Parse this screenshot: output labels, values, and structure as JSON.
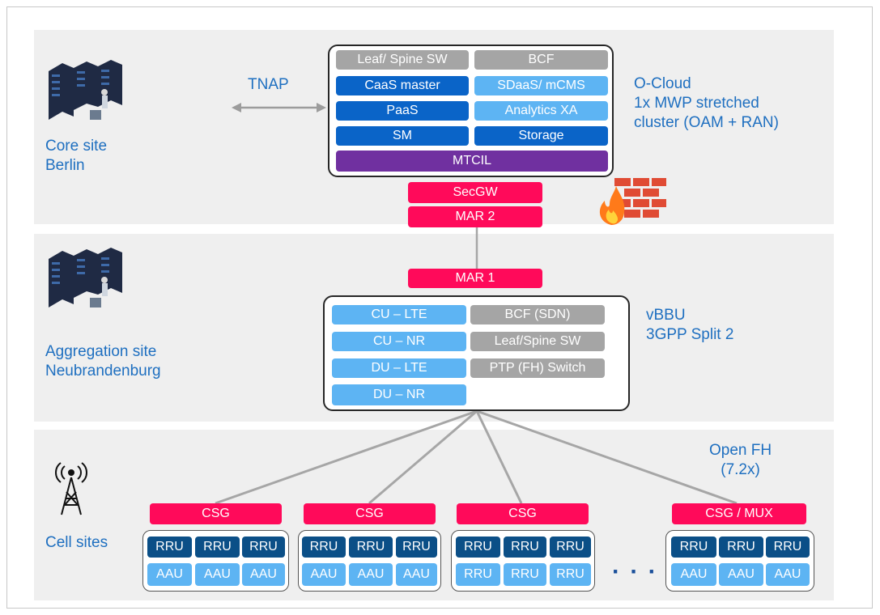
{
  "sites": {
    "core": {
      "line1": "Core site",
      "line2": "Berlin"
    },
    "aggregation": {
      "line1": "Aggregation site",
      "line2": "Neubrandenburg"
    },
    "cell": {
      "label": "Cell sites"
    }
  },
  "tnap": "TNAP",
  "ocloud": {
    "note_line1": "O-Cloud",
    "note_line2": "1x MWP stretched",
    "note_line3": "cluster (OAM + RAN)",
    "cells": {
      "leaf_spine": "Leaf/ Spine SW",
      "bcf": "BCF",
      "caas": "CaaS master",
      "sdaas": "SDaaS/ mCMS",
      "paas": "PaaS",
      "analytics": "Analytics XA",
      "sm": "SM",
      "storage": "Storage",
      "mtcil": "MTCIL"
    }
  },
  "secgw": "SecGW",
  "mar2": "MAR 2",
  "mar1": "MAR 1",
  "vbbu": {
    "note_line1": "vBBU",
    "note_line2": "3GPP Split 2",
    "cells": {
      "cu_lte": "CU – LTE",
      "bcf_sdn": "BCF (SDN)",
      "cu_nr": "CU – NR",
      "leaf_spine": "Leaf/Spine SW",
      "du_lte": "DU – LTE",
      "ptp": "PTP (FH) Switch",
      "du_nr": "DU – NR"
    }
  },
  "openfh": {
    "line1": "Open FH",
    "line2": "(7.2x)"
  },
  "cell_groups": [
    {
      "header": "CSG",
      "top": [
        "RRU",
        "RRU",
        "RRU"
      ],
      "bottom": [
        "AAU",
        "AAU",
        "AAU"
      ]
    },
    {
      "header": "CSG",
      "top": [
        "RRU",
        "RRU",
        "RRU"
      ],
      "bottom": [
        "AAU",
        "AAU",
        "AAU"
      ]
    },
    {
      "header": "CSG",
      "top": [
        "RRU",
        "RRU",
        "RRU"
      ],
      "bottom": [
        "RRU",
        "RRU",
        "RRU"
      ]
    },
    {
      "header": "CSG / MUX",
      "top": [
        "RRU",
        "RRU",
        "RRU"
      ],
      "bottom": [
        "AAU",
        "AAU",
        "AAU"
      ]
    }
  ],
  "ellipsis": "· · ·"
}
